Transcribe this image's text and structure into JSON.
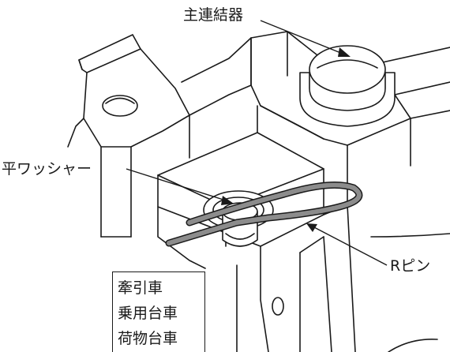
{
  "labels": {
    "main_coupler": "主連結器",
    "flat_washer": "平ワッシャー",
    "r_pin": "Rピン"
  },
  "applicable_vehicles": [
    "牽引車",
    "乗用台車",
    "荷物台車"
  ],
  "colors": {
    "line": "#1a1a1a",
    "pin_fill": "#8c8c8c",
    "background": "#ffffff"
  }
}
